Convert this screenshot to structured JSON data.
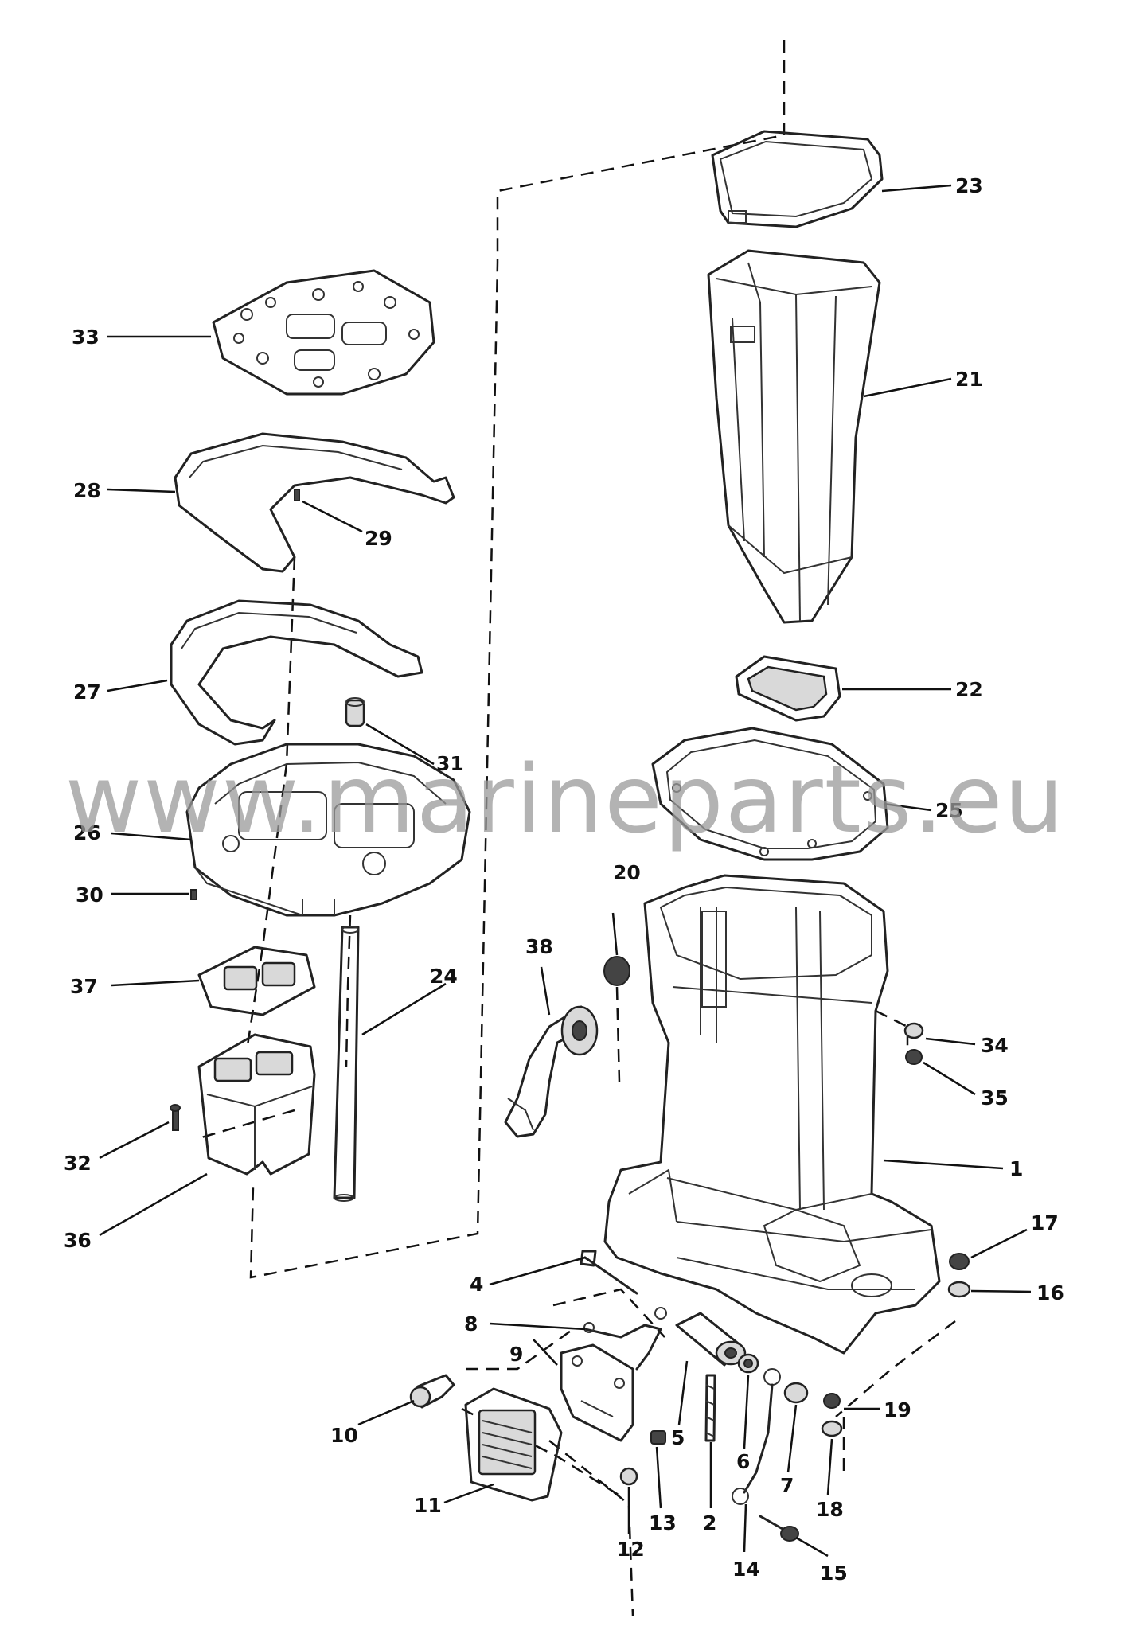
{
  "watermark": "www.marineparts.eu",
  "callouts": [
    {
      "id": "1",
      "label": "1"
    },
    {
      "id": "2",
      "label": "2"
    },
    {
      "id": "4",
      "label": "4"
    },
    {
      "id": "5",
      "label": "5"
    },
    {
      "id": "6",
      "label": "6"
    },
    {
      "id": "7",
      "label": "7"
    },
    {
      "id": "8",
      "label": "8"
    },
    {
      "id": "9",
      "label": "9"
    },
    {
      "id": "10",
      "label": "10"
    },
    {
      "id": "11",
      "label": "11"
    },
    {
      "id": "12",
      "label": "12"
    },
    {
      "id": "13",
      "label": "13"
    },
    {
      "id": "14",
      "label": "14"
    },
    {
      "id": "15",
      "label": "15"
    },
    {
      "id": "16",
      "label": "16"
    },
    {
      "id": "17",
      "label": "17"
    },
    {
      "id": "18",
      "label": "18"
    },
    {
      "id": "19",
      "label": "19"
    },
    {
      "id": "20",
      "label": "20"
    },
    {
      "id": "21",
      "label": "21"
    },
    {
      "id": "22",
      "label": "22"
    },
    {
      "id": "23",
      "label": "23"
    },
    {
      "id": "24",
      "label": "24"
    },
    {
      "id": "25",
      "label": "25"
    },
    {
      "id": "26",
      "label": "26"
    },
    {
      "id": "27",
      "label": "27"
    },
    {
      "id": "28",
      "label": "28"
    },
    {
      "id": "29",
      "label": "29"
    },
    {
      "id": "30",
      "label": "30"
    },
    {
      "id": "31",
      "label": "31"
    },
    {
      "id": "32",
      "label": "32"
    },
    {
      "id": "33",
      "label": "33"
    },
    {
      "id": "34",
      "label": "34"
    },
    {
      "id": "35",
      "label": "35"
    },
    {
      "id": "36",
      "label": "36"
    },
    {
      "id": "37",
      "label": "37"
    },
    {
      "id": "38",
      "label": "38"
    }
  ]
}
